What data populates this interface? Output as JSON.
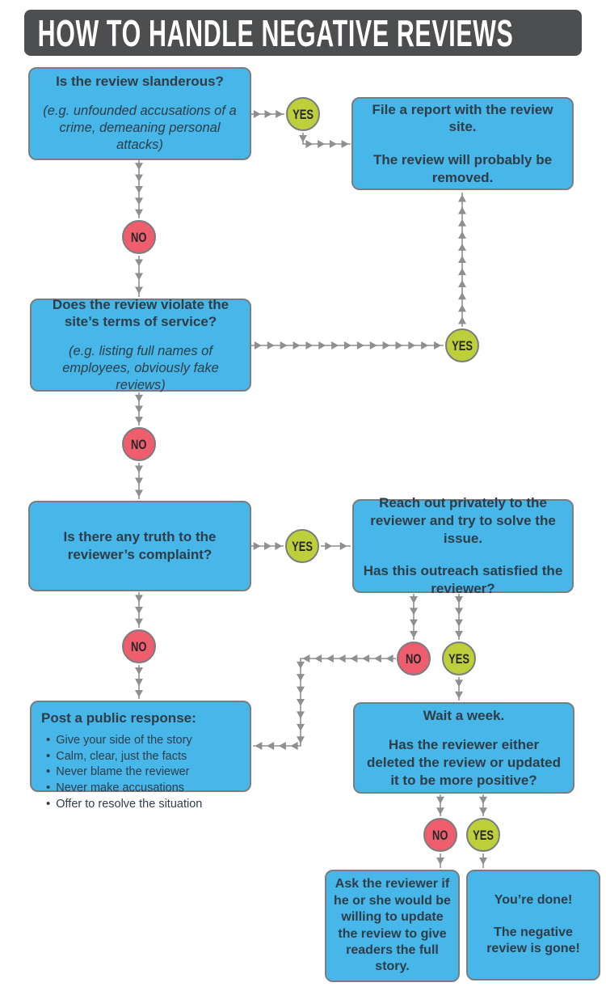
{
  "header": {
    "title": "HOW TO HANDLE NEGATIVE REVIEWS",
    "icon": "thumbs-down-icon"
  },
  "labels": {
    "yes": "YES",
    "no": "NO"
  },
  "colors": {
    "header_bg": "#4d4e50",
    "box_fill": "#47b6e8",
    "box_border": "#7a7c7f",
    "yes_fill": "#bdd03c",
    "no_fill": "#ee5e6c",
    "arrow": "#8d8f92",
    "text_color": "#2e3d47",
    "badge_text": "#26262a",
    "thumb_skin": "#f2bc7e",
    "thumb_cuff": "#6ec0e8"
  },
  "nodes": {
    "q_slanderous": {
      "question": "Is the review slanderous?",
      "example": "(e.g. unfounded accusations of a crime, demeaning personal attacks)"
    },
    "file_report": {
      "line1": "File a report with the review site.",
      "line2": "The review will probably be removed."
    },
    "q_tos": {
      "question": "Does the review violate the site’s terms of service?",
      "example": "(e.g. listing full names of employees, obviously fake reviews)"
    },
    "q_truth": {
      "question": "Is there any truth to the reviewer’s complaint?"
    },
    "reach_out": {
      "line1": "Reach out privately to the reviewer and try to solve the issue.",
      "line2": "Has this outreach satisfied the reviewer?"
    },
    "public_response": {
      "title": "Post a public response:",
      "bullets": [
        "Give your side of the story",
        "Calm, clear, just the facts",
        "Never blame the reviewer",
        "Never make accusations",
        "Offer to resolve the situation"
      ]
    },
    "wait_week": {
      "line1": "Wait a week.",
      "line2": "Has the reviewer either deleted the review or updated it to be more positive?"
    },
    "ask_update": {
      "text": "Ask the reviewer if he or she would be willing to update the review to give readers the full story."
    },
    "done": {
      "line1": "You’re done!",
      "line2": "The negative review is gone!"
    }
  }
}
